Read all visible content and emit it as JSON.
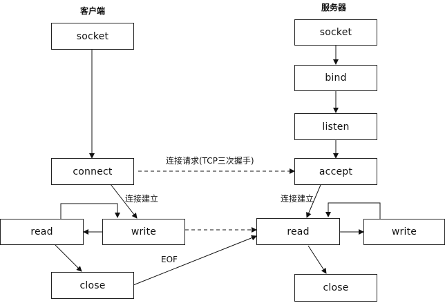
{
  "client": {
    "title": "客户端",
    "socket": "socket",
    "connect": "connect",
    "write": "write",
    "read": "read",
    "close": "close"
  },
  "server": {
    "title": "服务器",
    "socket": "socket",
    "bind": "bind",
    "listen": "listen",
    "accept": "accept",
    "read": "read",
    "write": "write",
    "close": "close"
  },
  "edges": {
    "connect_request": "连接请求(TCP三次握手)",
    "client_established": "连接建立",
    "server_established": "连接建立",
    "eof": "EOF"
  }
}
